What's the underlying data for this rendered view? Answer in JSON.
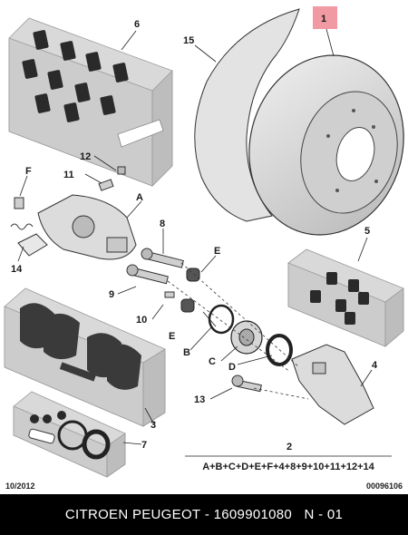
{
  "callouts": [
    "1",
    "2",
    "3",
    "4",
    "5",
    "6",
    "7",
    "8",
    "9",
    "10",
    "11",
    "12",
    "13",
    "14",
    "15",
    "A",
    "B",
    "C",
    "D",
    "E",
    "E",
    "F"
  ],
  "formula": "A+B+C+D+E+F+4+8+9+10+11+12+14",
  "date_code": "10/2012",
  "ref_code": "00096106",
  "footer": {
    "brand": "CITROEN PEUGEOT",
    "separator1": " - ",
    "part_number": "1609901080",
    "gap": "   ",
    "page": "N - 01"
  },
  "colors": {
    "highlight": "#f29aa3",
    "box": "#d5d5d5",
    "box_dark": "#bdbdbd",
    "footer_bg": "#000000"
  }
}
